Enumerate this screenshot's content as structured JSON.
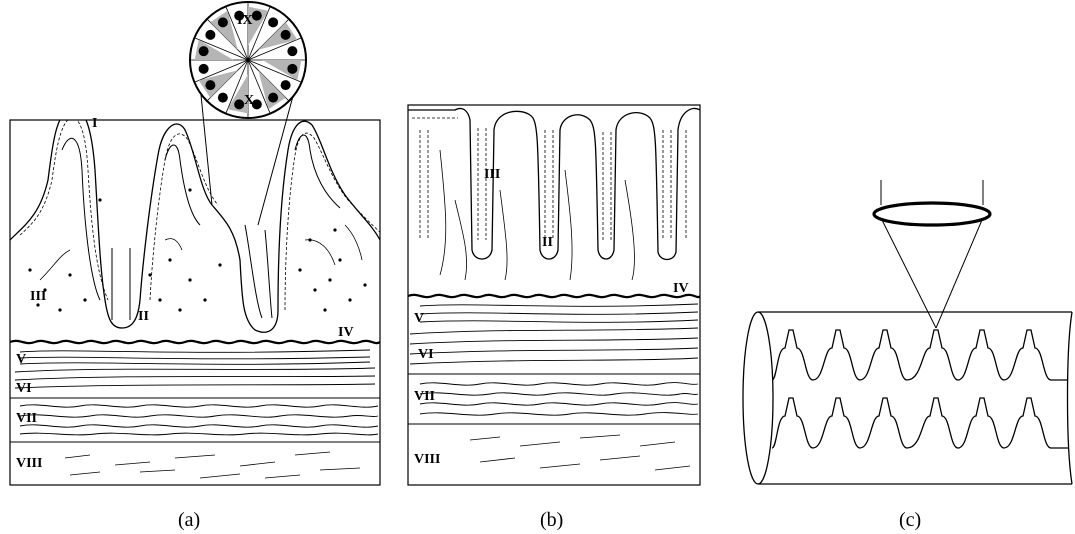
{
  "panels": [
    {
      "caption": "(a)"
    },
    {
      "caption": "(b)"
    },
    {
      "caption": "(c)"
    }
  ],
  "labels": {
    "a": {
      "I": "I",
      "II": "II",
      "III": "III",
      "IV": "IV",
      "V": "V",
      "VI": "VI",
      "VII": "VII",
      "VIII": "VIII",
      "IX": "IX",
      "X": "X"
    },
    "b": {
      "II": "II",
      "III": "III",
      "IV": "IV",
      "V": "V",
      "VI": "VI",
      "VII": "VII",
      "VIII": "VIII"
    }
  }
}
